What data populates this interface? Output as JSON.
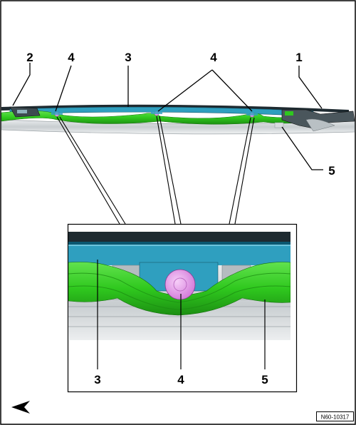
{
  "callouts": {
    "label_1": "1",
    "label_2": "2",
    "label_3": "3",
    "label_4_left": "4",
    "label_4_right": "4",
    "label_5": "5",
    "detail_3": "3",
    "detail_4": "4",
    "detail_5": "5"
  },
  "figure": {
    "reference": "N60-10317"
  },
  "icons": {
    "direction": "front-direction-arrow-icon"
  },
  "colors": {
    "frame": "#000000",
    "trim_blue": "#2f9fbf",
    "seal_green": "#2fc81e",
    "clip_pink": "#e59be9",
    "dark_strip": "#1e2a30",
    "rail_grey": "#cfd3d6"
  }
}
